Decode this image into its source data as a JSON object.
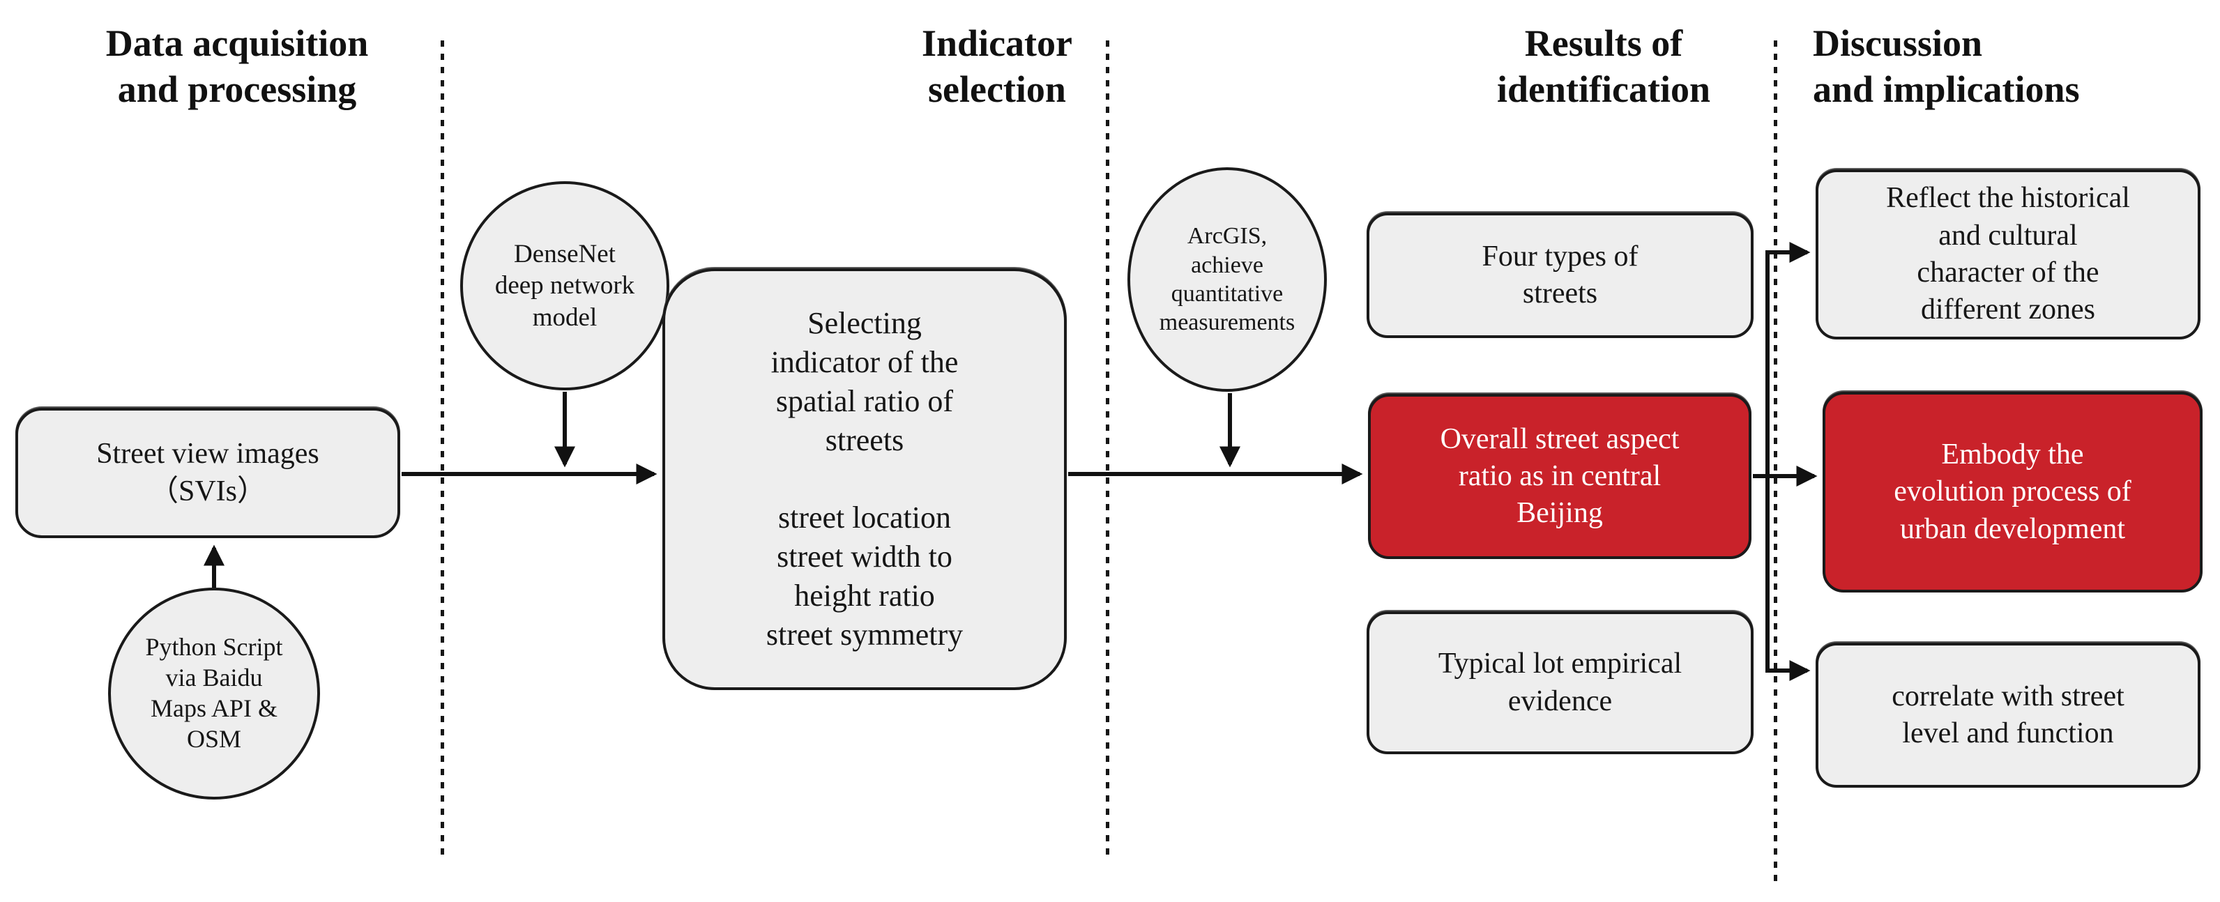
{
  "figure": {
    "type": "flowchart",
    "background": "#ffffff"
  },
  "colors": {
    "node_fill": "#eeeeee",
    "node_border": "#1a1a1a",
    "highlight_fill": "#c9222a",
    "highlight_text": "#ffffff",
    "text": "#161616",
    "connector": "#111111"
  },
  "headers": [
    {
      "id": "data-acquisition",
      "label": "Data acquisition\nand processing"
    },
    {
      "id": "indicator-selection",
      "label": "Indicator\nselection"
    },
    {
      "id": "results-identification",
      "label": "Results of\nidentification"
    },
    {
      "id": "discussion-implications",
      "label": "Discussion\nand implications"
    }
  ],
  "nodes": {
    "street_view_images": {
      "shape": "rounded-rect",
      "label": "Street view images\n（SVIs）"
    },
    "python_script": {
      "shape": "circle",
      "label": "Python Script\nvia Baidu\nMaps API &\nOSM"
    },
    "densenet": {
      "shape": "circle",
      "label": "DenseNet\ndeep network\nmodel"
    },
    "selecting_indicator": {
      "shape": "rounded-rect",
      "label": "Selecting\nindicator of the\nspatial ratio of\nstreets\n\nstreet location\nstreet width to\nheight ratio\nstreet symmetry"
    },
    "arcgis": {
      "shape": "circle",
      "label": "ArcGIS,\nachieve\nquantitative\nmeasurements"
    },
    "four_types": {
      "shape": "rounded-rect",
      "label": "Four  types of\nstreets"
    },
    "overall_aspect": {
      "shape": "rounded-rect",
      "highlighted": true,
      "label": "Overall street aspect\nratio as in central\nBeijing"
    },
    "typical_lot": {
      "shape": "rounded-rect",
      "label": "Typical lot empirical\nevidence"
    },
    "reflect_historical": {
      "shape": "rounded-rect",
      "label": "Reflect the historical\nand cultural\ncharacter of the\ndifferent zones"
    },
    "embody_evolution": {
      "shape": "rounded-rect",
      "highlighted": true,
      "label": "Embody the\nevolution process of\nurban development"
    },
    "correlate_street": {
      "shape": "rounded-rect",
      "label": "correlate with street\nlevel and function"
    }
  },
  "edges": [
    {
      "from": "python_script",
      "to": "street_view_images"
    },
    {
      "from": "street_view_images",
      "to": "selecting_indicator"
    },
    {
      "from": "densenet",
      "to": "edge:street_view_images-selecting_indicator"
    },
    {
      "from": "selecting_indicator",
      "to": "overall_aspect"
    },
    {
      "from": "arcgis",
      "to": "edge:selecting_indicator-overall_aspect"
    },
    {
      "from": "overall_aspect",
      "to": "embody_evolution"
    },
    {
      "from": "overall_aspect",
      "to": "reflect_historical"
    },
    {
      "from": "overall_aspect",
      "to": "correlate_street"
    }
  ]
}
